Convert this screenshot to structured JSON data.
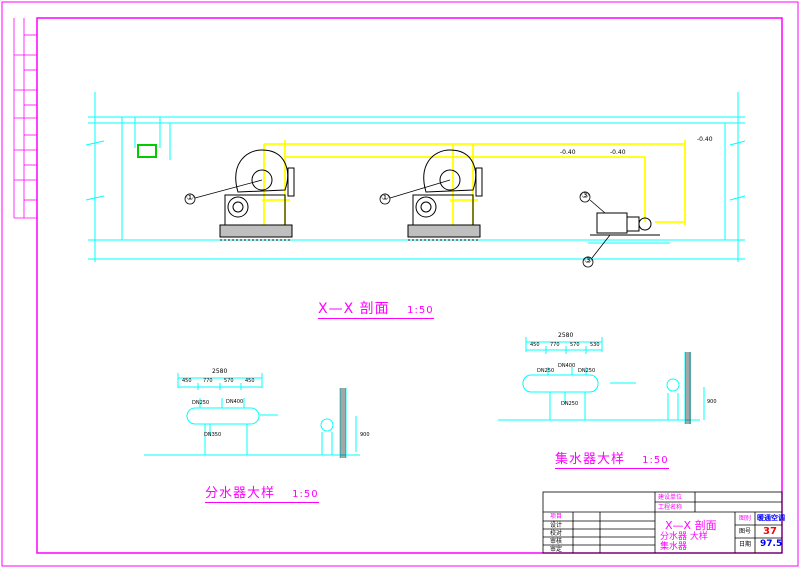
{
  "colors": {
    "frame": "#ff00ff",
    "structure": "#00ffff",
    "pipe": "#ffff00",
    "equipment": "#000000",
    "highlight": "#00cc00",
    "title_block": "#000000"
  },
  "section_view": {
    "title": "X—X",
    "title_suffix": "剖面",
    "scale": "1:50",
    "callouts": [
      "①",
      "①",
      "③",
      "③"
    ],
    "pipe_elev_labels": [
      "-0.40",
      "-0.40",
      "-0.40"
    ]
  },
  "distributor_detail": {
    "title": "分水器大样",
    "scale": "1:50",
    "overall_dim": "2580",
    "segment_dims": [
      "450",
      "770",
      "570",
      "450"
    ],
    "nozzle_labels": [
      "DN250",
      "DN400",
      "DN350"
    ],
    "height_dim": "900"
  },
  "collector_detail": {
    "title": "集水器大样",
    "scale": "1:50",
    "overall_dim": "2580",
    "segment_dims": [
      "450",
      "770",
      "570",
      "530"
    ],
    "nozzle_labels": [
      "DN250",
      "DN400",
      "DN250"
    ],
    "bottom_label": "DN250",
    "height_dim": "900"
  },
  "title_block": {
    "row_labels": [
      "项目",
      "设计",
      "校对",
      "审核",
      "审定"
    ],
    "project_label": "建设单位",
    "project_label2": "工程名称",
    "drawing_name_line1": "X—X 剖面",
    "drawing_name_line2": "分水器 大样",
    "drawing_name_line3": "集水器",
    "fields": [
      "图别",
      "图号",
      "日期"
    ],
    "discipline": "暖通空调",
    "sheet_no": "37",
    "date": "97.5"
  }
}
